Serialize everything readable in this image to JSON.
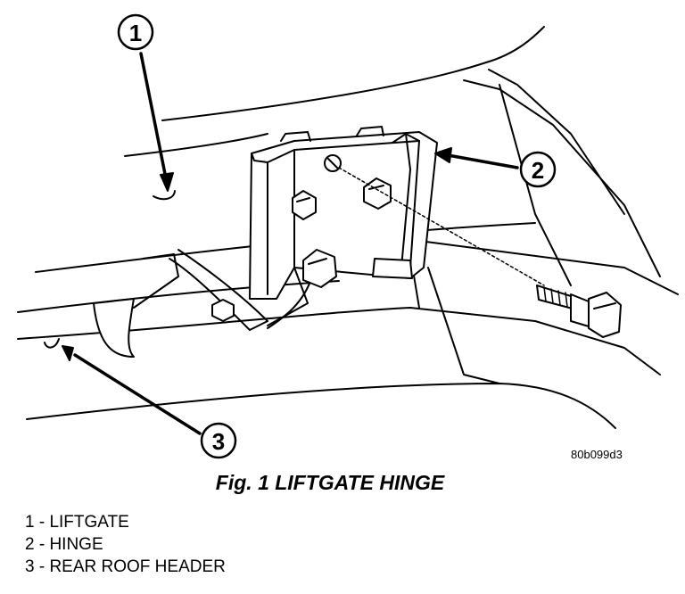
{
  "callouts": [
    {
      "number": "1"
    },
    {
      "number": "2"
    },
    {
      "number": "3"
    }
  ],
  "figure_code": "80b099d3",
  "caption": "Fig. 1 LIFTGATE HINGE",
  "legend": [
    {
      "text": "1 - LIFTGATE"
    },
    {
      "text": "2 - HINGE"
    },
    {
      "text": "3 - REAR ROOF HEADER"
    }
  ]
}
